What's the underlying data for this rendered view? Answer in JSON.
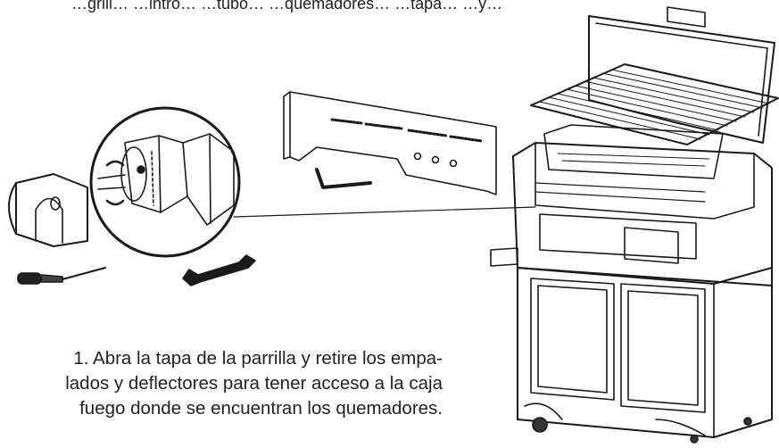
{
  "top_text": "…grill…  …intro…  …tubo…  …quemadores…  …tapa…  …y…",
  "instruction": {
    "line1": "1. Abra la tapa de la parrilla y retire los empa-",
    "line2": "lados y deflectores para tener acceso a la caja",
    "line3": "fuego donde se encuentran los quemadores."
  }
}
